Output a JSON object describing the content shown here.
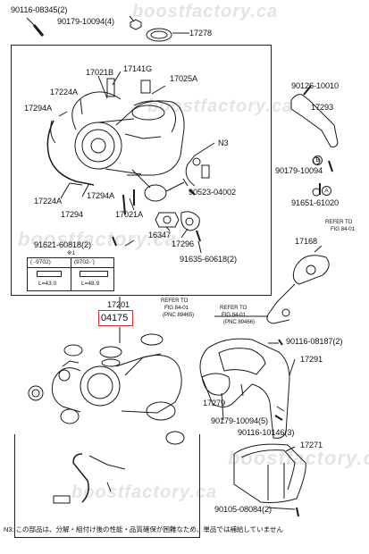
{
  "diagram": {
    "watermarks": [
      "boostfactory.ca",
      "boostfactory.ca",
      "boostfactory.ca",
      "boostfactory.ca",
      "boostfactory.ca"
    ],
    "highlight_part": "04175",
    "labels": {
      "p90116_08345": "90116-08345(2)",
      "p90179_10094_4": "90179-10094(4)",
      "p17278": "17278",
      "p17021B": "17021B",
      "p17141G": "17141G",
      "p17025A": "17025A",
      "p17224A_top": "17224A",
      "p17294A_top": "17294A",
      "pN3": "N3",
      "p17224A_bot": "17224A",
      "p17294A_bot": "17294A",
      "p17294": "17294",
      "p17021A": "17021A",
      "p90523_04002": "90523-04002",
      "p16347": "16347",
      "p17296": "17296",
      "p91621_60818": "91621-60818(2)",
      "p91635_60618": "91635-60618(2)",
      "p90126_10010": "90126-10010",
      "p17293": "17293",
      "p90179_10094": "90179-10094",
      "p91651_61020": "91651-61020",
      "refer_a1": "REFER TO",
      "refer_a2": "FIG 84-01",
      "p17168": "17168",
      "p17201": "17201",
      "refer_b1": "REFER TO",
      "refer_b2": "FIG 84-01",
      "refer_b3": "(PNC 89465)",
      "refer_c1": "REFER TO",
      "refer_c2": "FIG 84-01",
      "refer_c3": "(PNC 89466)",
      "p90116_08187": "90116-08187(2)",
      "p17291": "17291",
      "p17279": "17279",
      "p90179_10094_5": "90179-10094(5)",
      "p90116_10146": "90116-10146(3)",
      "p17271": "17271",
      "p90105_08084": "90105-08084(2)",
      "circle_b": "B",
      "circle_a": "A"
    },
    "table": {
      "mark": "※1",
      "col1": "(   -9702)",
      "col2": "(9702-   )",
      "len1": "L=43.0",
      "len2": "L=48.9"
    },
    "footnote": "N3: この部品は、分解・組付け後の性能・品質確保が困難なため、単品では補給していません"
  }
}
